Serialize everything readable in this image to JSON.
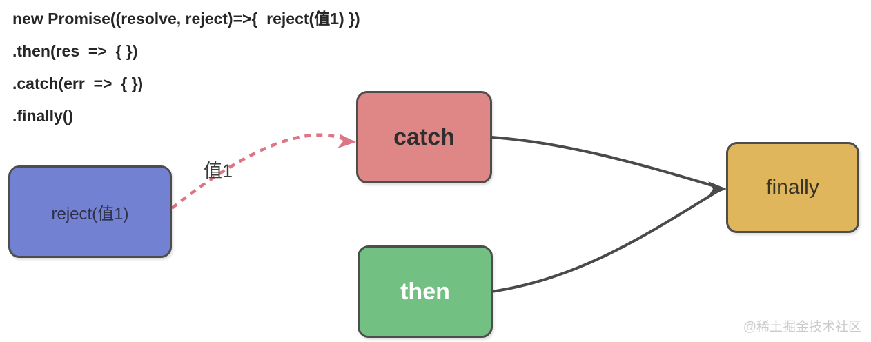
{
  "code": {
    "lines": [
      "new Promise((resolve, reject)=>{  reject(值1) })",
      ".then(res  =>  { })",
      ".catch(err  =>  { })",
      ".finally()"
    ]
  },
  "diagram": {
    "nodes": [
      {
        "id": "reject",
        "label": "reject(值1)",
        "fill": "#7281D2",
        "text_color": "#30304a"
      },
      {
        "id": "catch",
        "label": "catch",
        "fill": "#DF8686",
        "text_color": "#2e2e2e"
      },
      {
        "id": "then",
        "label": "then",
        "fill": "#73C083",
        "text_color": "#ffffff"
      },
      {
        "id": "finally",
        "label": "finally",
        "fill": "#DFB65C",
        "text_color": "#3a3426"
      }
    ],
    "edges": [
      {
        "from": "reject",
        "to": "catch",
        "style": "dashed",
        "color": "#DC7684",
        "label": "值1"
      },
      {
        "from": "catch",
        "to": "finally",
        "style": "solid",
        "color": "#4A4A4A",
        "label": ""
      },
      {
        "from": "then",
        "to": "finally",
        "style": "solid",
        "color": "#4A4A4A",
        "label": ""
      }
    ],
    "border_color": "#4d4d4d"
  },
  "watermark": "@稀土掘金技术社区"
}
